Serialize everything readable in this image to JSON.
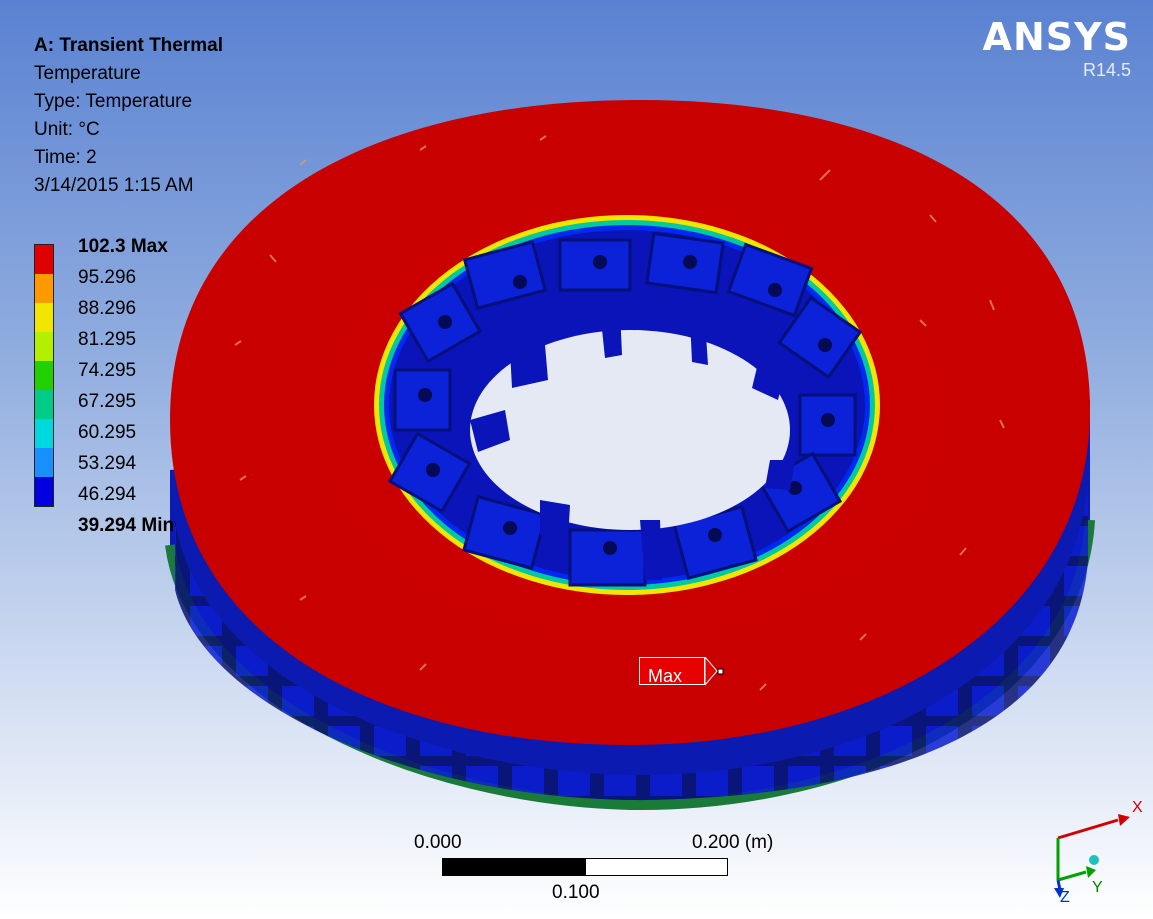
{
  "analysis": {
    "title": "A: Transient Thermal",
    "result": "Temperature",
    "type": "Type: Temperature",
    "unit": "Unit: °C",
    "time": "Time: 2",
    "timestamp": "3/14/2015 1:15 AM"
  },
  "brand": {
    "logo": "ANSYS",
    "release": "R14.5"
  },
  "legend": {
    "max_label": "102.3 Max",
    "min_label": "39.294 Min",
    "intermediate": [
      "95.296",
      "88.296",
      "81.295",
      "74.295",
      "67.295",
      "60.295",
      "53.294",
      "46.294"
    ],
    "colors": [
      "#e00000",
      "#ff9900",
      "#f2e600",
      "#b2f000",
      "#22d000",
      "#00cc88",
      "#00d8e0",
      "#1890ff",
      "#0000e0"
    ]
  },
  "probe": {
    "label": "Max",
    "color": "#e60000"
  },
  "scale_bar": {
    "start": "0.000",
    "end": "0.200 (m)",
    "mid": "0.100"
  },
  "triad": {
    "x": "X",
    "y": "Y",
    "z": "Z"
  },
  "colors": {
    "hot": "#cc0000",
    "cold": "#0a14c8",
    "background_top": "#5a82d2"
  }
}
